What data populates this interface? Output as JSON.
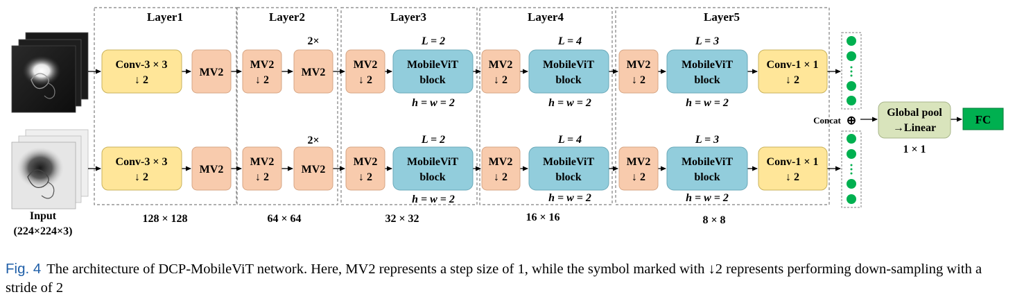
{
  "layers": [
    "Layer1",
    "Layer2",
    "Layer3",
    "Layer4",
    "Layer5"
  ],
  "blocks": {
    "conv3": [
      "Conv-3 × 3",
      "↓ 2"
    ],
    "mv2": "MV2",
    "mv2_down": [
      "MV2",
      "↓ 2"
    ],
    "mobilevit": [
      "MobileViT",
      "block"
    ],
    "conv1": [
      "Conv-1 × 1",
      "↓ 2"
    ]
  },
  "repeat_2x": "2×",
  "l_labels": {
    "layer3": "L = 2",
    "layer4": "L = 4",
    "layer5": "L = 3"
  },
  "hw_label": "h = w = 2",
  "input": [
    "Input",
    "(224×224×3)"
  ],
  "resolutions": [
    "128 × 128",
    "64 × 64",
    "32 × 32",
    "16 × 16",
    "8 × 8"
  ],
  "concat": {
    "label": "Concat",
    "symbol": "⊕"
  },
  "global_pool": [
    "Global pool",
    "→Linear"
  ],
  "global_pool_size": "1 × 1",
  "fc": "FC",
  "caption": {
    "fig_label": "Fig. 4",
    "text": "The architecture of DCP-MobileViT network. Here, MV2 represents a step size of 1, while the symbol marked with ↓2 represents performing down-sampling with a stride of 2"
  },
  "colors": {
    "conv": "#ffe699",
    "mv2": "#f8cbad",
    "mobilevit": "#92cddc",
    "pool": "#d9e4bc",
    "fc": "#00b050",
    "dot": "#00b050",
    "dashed_border": "#7f7f7f"
  }
}
